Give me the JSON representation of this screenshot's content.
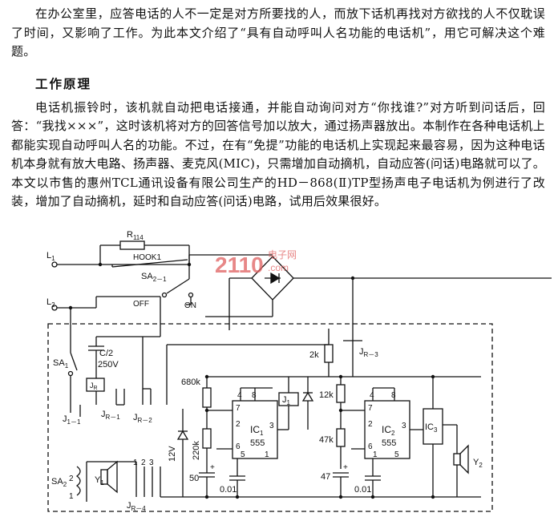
{
  "article": {
    "intro": "在办公室里，应答电话的人不一定是对方所要找的人，而放下话机再找对方欲找的人不仅耽误了时间，又影响了工作。为此本文介绍了“具有自动呼叫人名功能的电话机”，用它可解决这个难题。",
    "section_title": "工作原理",
    "body": "电话机振铃时，该机就自动把电话接通，并能自动询问对方“你找谁?”对方听到问话后，回答：“我找×××”，这时该机将对方的回答信号加以放大，通过扬声器放出。本制作在各种电话机上都能实现自动呼叫人名的功能。不过，在有“免提”功能的电话机上实现起来最容易，因为这种电话机本身就有放大电路、扬声器、麦克风(MIC)，只需增加自动摘机，自动应答(问话)电路就可以了。本文以市售的惠州TCL通讯设备有限公司生产的HD－868(Ⅱ)TP型扬声电子电话机为例进行了改装，增加了自动摘机，延时和自动应答(问话)电路，试用后效果很好。"
  },
  "watermark": {
    "digits": "2110",
    "cn": "电子网",
    "com": ".com"
  },
  "schematic": {
    "labels": {
      "l1": "L",
      "l1_sub": "1",
      "l2": "L",
      "l2_sub": "2",
      "r114": "R",
      "r114_sub": "114",
      "hook": "HOOK1",
      "sa21": "SA",
      "sa21_sub": "2－1",
      "off": "OFF",
      "on": "ON",
      "sa1": "SA",
      "sa1_sub": "1",
      "cap_c2": "C/2",
      "v250": "250V",
      "jr_coil": "J",
      "jr_coil_sub": "R",
      "j11": "J",
      "j11_sub": "1－1",
      "jr1": "J",
      "jr1_sub": "R－1",
      "jr2": "J",
      "jr2_sub": "R－2",
      "r2k": "2k",
      "jr3": "J",
      "jr3_sub": "R－3",
      "r680k": "680k",
      "r220k": "220k",
      "v12": "12V",
      "c50": "50",
      "c001a": "0.01",
      "ic1": "IC",
      "ic1_sub": "1",
      "ic1_type": "555",
      "j1": "J",
      "j1_sub": "1",
      "r12k": "12k",
      "r47k": "47k",
      "c47": "47",
      "c001b": "0.01",
      "ic2": "IC",
      "ic2_sub": "2",
      "ic2_type": "555",
      "ic3": "IC",
      "ic3_sub": "3",
      "y1": "Y",
      "y1_sub": "1",
      "y2": "Y",
      "y2_sub": "2",
      "sa2": "SA",
      "sa2_sub": "2",
      "jr4": "J",
      "jr4_sub": "R－4",
      "plus": "+",
      "pin1": "1",
      "pin2": "2",
      "pin3": "3",
      "pin4": "4",
      "pin5": "5",
      "pin6": "6",
      "pin7": "7",
      "pin8": "8"
    }
  }
}
